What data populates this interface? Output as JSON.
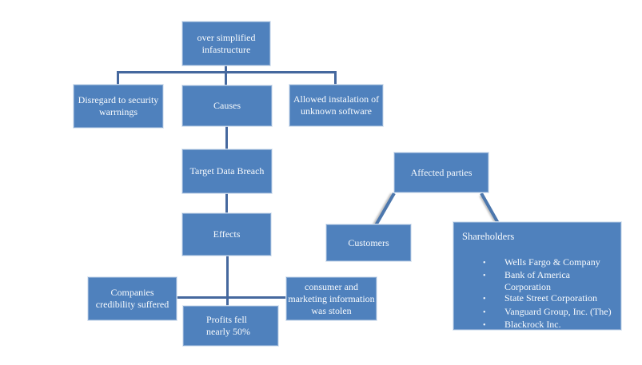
{
  "diagram": {
    "bullet": "•",
    "colors": {
      "node_fill": "#4f81bd",
      "node_border": "#86a8d2",
      "connector": "#45689e",
      "text": "#f7fafd",
      "background": "#ffffff"
    },
    "nodes": {
      "oversimplified": {
        "label": "over simplified infastructure"
      },
      "disregard": {
        "label": "Disregard to security warrnings"
      },
      "causes": {
        "label": "Causes"
      },
      "allowed": {
        "label": "Allowed instalation of unknown software"
      },
      "target": {
        "label": "Target Data Breach"
      },
      "effects": {
        "label": "Effects"
      },
      "companies": {
        "label": "Companies credibility suffered"
      },
      "profits": {
        "label": "Profits fell nearly 50%"
      },
      "consumer": {
        "label": "consumer and marketing information was stolen"
      },
      "affected": {
        "label": "Affected parties"
      },
      "customers": {
        "label": "Customers"
      },
      "shareholders": {
        "label": "Shareholders",
        "items": [
          "Wells Fargo & Company",
          "Bank of America Corporation",
          "State Street Corporation",
          "Vanguard Group, Inc. (The)",
          "Blackrock Inc."
        ]
      }
    }
  }
}
